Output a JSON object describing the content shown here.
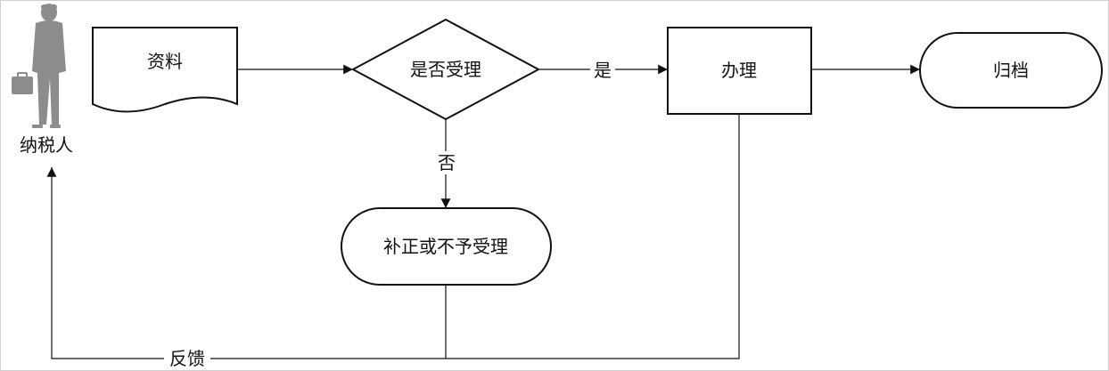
{
  "diagram": {
    "actor": {
      "label": "纳税人",
      "icon": "businessman-icon"
    },
    "nodes": {
      "materials": {
        "label": "资料",
        "shape": "document"
      },
      "accept_decision": {
        "label": "是否受理",
        "shape": "decision"
      },
      "process": {
        "label": "办理",
        "shape": "process"
      },
      "archive": {
        "label": "归档",
        "shape": "terminator"
      },
      "correction": {
        "label": "补正或不予受理",
        "shape": "terminator"
      }
    },
    "edges": {
      "yes": "是",
      "no": "否",
      "feedback": "反馈"
    },
    "colors": {
      "stroke": "#111111",
      "figure": "#8c8c8c",
      "background": "#ffffff"
    }
  }
}
